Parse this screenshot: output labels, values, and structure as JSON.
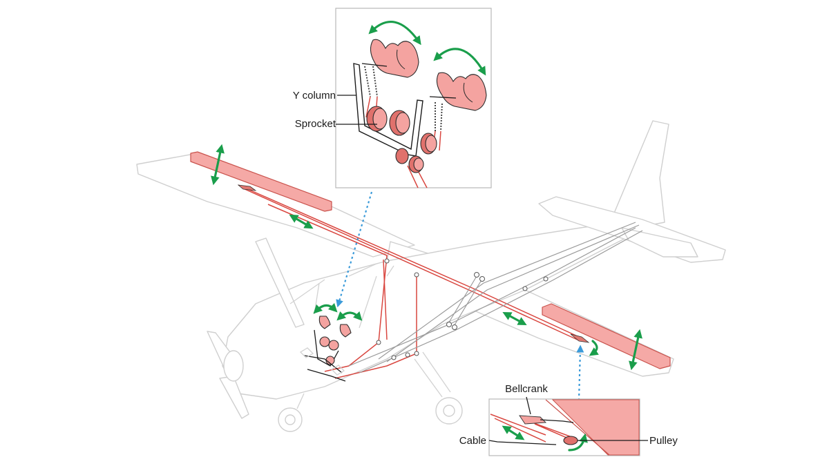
{
  "labels": {
    "y_column": "Y column",
    "sprocket": "Sprocket",
    "bellcrank": "Bellcrank",
    "cable": "Cable",
    "pulley": "Pulley"
  },
  "colors": {
    "control_surface": "#f5a9a6",
    "cable": "#d9463f",
    "motion_arrow": "#1a9e4b",
    "callout_line": "#3a9ad9",
    "airframe_outline": "#cfcfcf"
  }
}
